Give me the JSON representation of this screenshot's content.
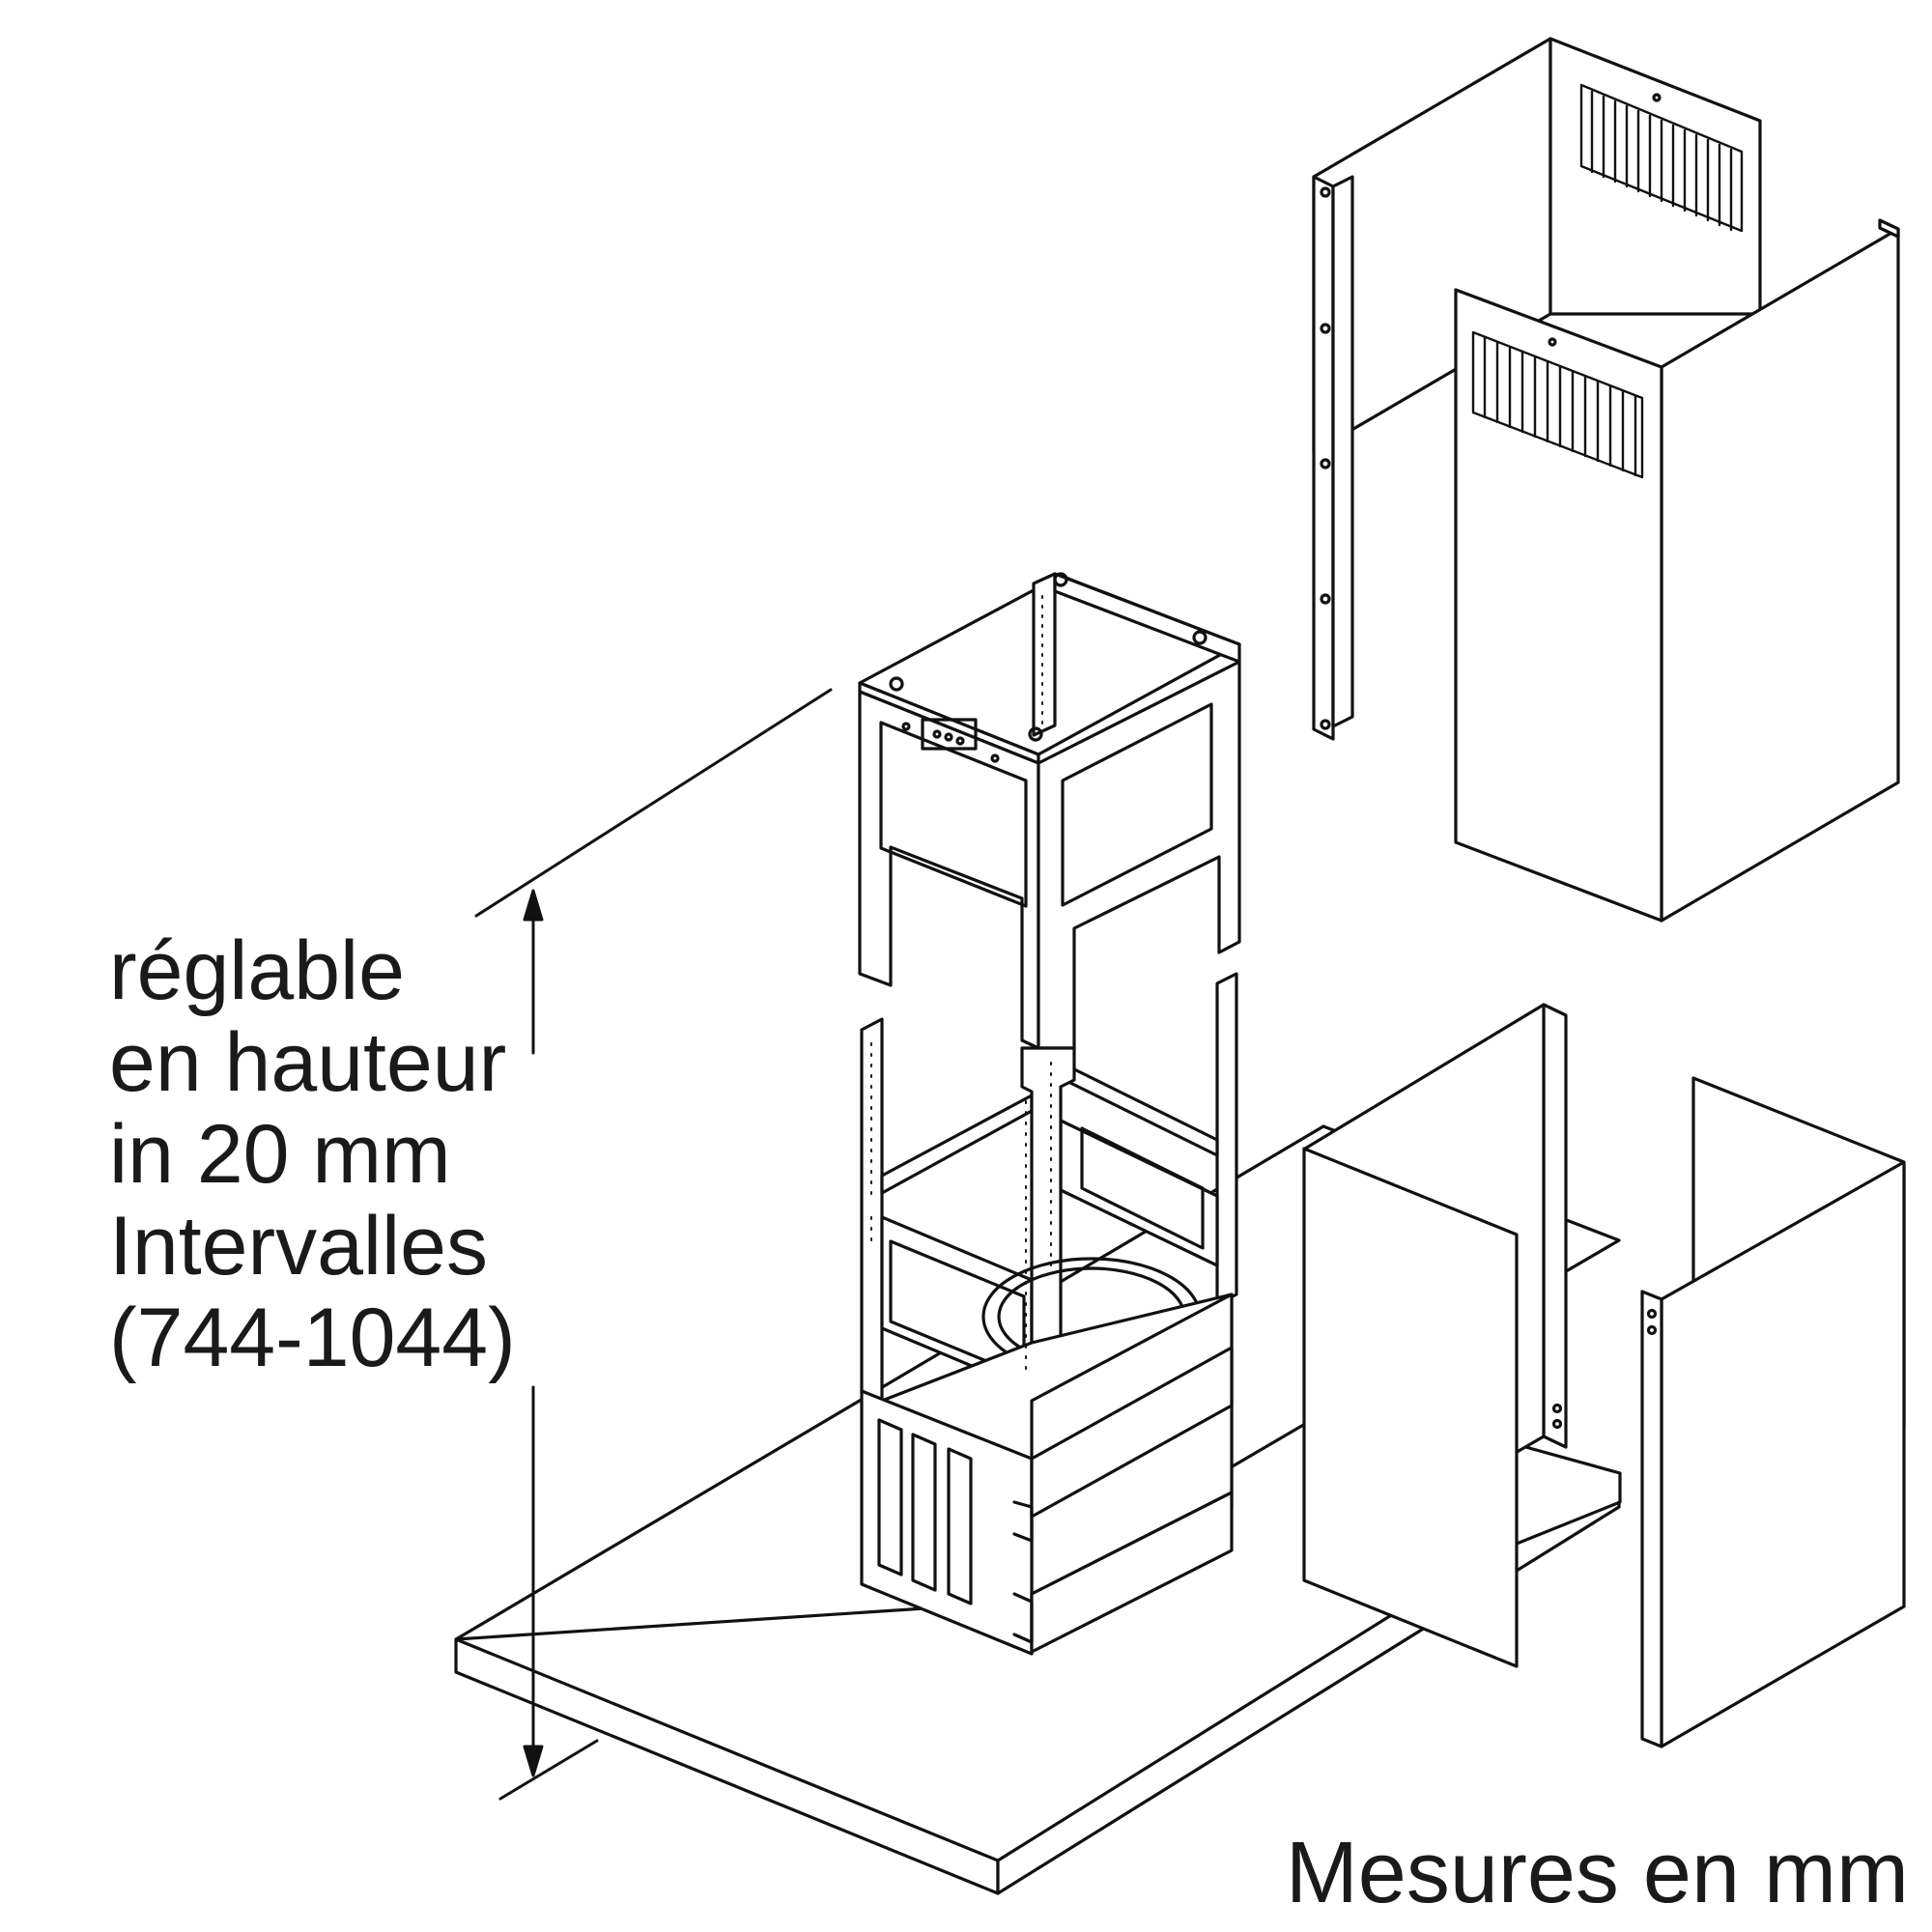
{
  "labels": {
    "height_adjust": [
      "réglable",
      "en hauteur",
      "in 20 mm",
      "Intervalles",
      "(744-1044)"
    ],
    "units_note": "Mesures en mm"
  },
  "colors": {
    "line": "#111111",
    "background": "#ffffff"
  }
}
